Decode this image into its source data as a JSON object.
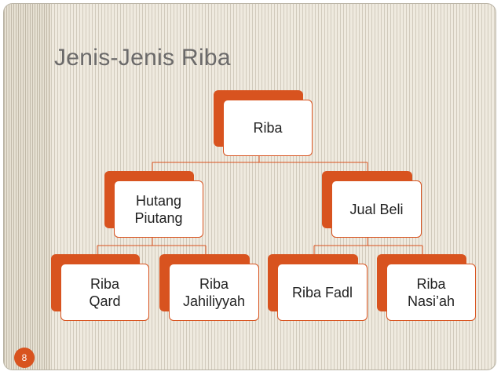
{
  "slide": {
    "title": "Jenis-Jenis Riba",
    "page_number": "8"
  },
  "diagram": {
    "root": {
      "label": "Riba"
    },
    "level2": [
      {
        "label": "Hutang\nPiutang"
      },
      {
        "label": "Jual Beli"
      }
    ],
    "level3": [
      {
        "label": "Riba\nQard"
      },
      {
        "label": "Riba\nJahiliyyah"
      },
      {
        "label": "Riba Fadl"
      },
      {
        "label": "Riba\nNasi’ah"
      }
    ]
  },
  "colors": {
    "accent": "#d8531f",
    "title": "#6b6a6a",
    "background": "#efeadf"
  }
}
